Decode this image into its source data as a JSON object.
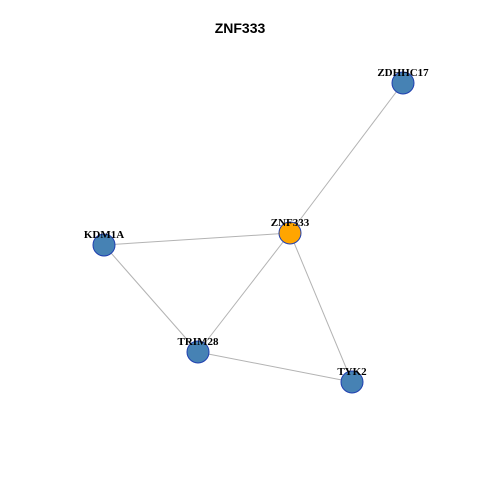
{
  "title": "ZNF333",
  "graph": {
    "nodes": [
      {
        "id": "ZDHHC17",
        "label": "ZDHHC17",
        "color": "#4682b4"
      },
      {
        "id": "ZNF333",
        "label": "ZNF333",
        "color": "#ffa500"
      },
      {
        "id": "KDM1A",
        "label": "KDM1A",
        "color": "#4682b4"
      },
      {
        "id": "TRIM28",
        "label": "TRIM28",
        "color": "#4682b4"
      },
      {
        "id": "TYK2",
        "label": "TYK2",
        "color": "#4682b4"
      }
    ],
    "edges": [
      {
        "source": "ZNF333",
        "target": "ZDHHC17"
      },
      {
        "source": "ZNF333",
        "target": "KDM1A"
      },
      {
        "source": "ZNF333",
        "target": "TRIM28"
      },
      {
        "source": "ZNF333",
        "target": "TYK2"
      },
      {
        "source": "KDM1A",
        "target": "TRIM28"
      },
      {
        "source": "TRIM28",
        "target": "TYK2"
      }
    ]
  }
}
